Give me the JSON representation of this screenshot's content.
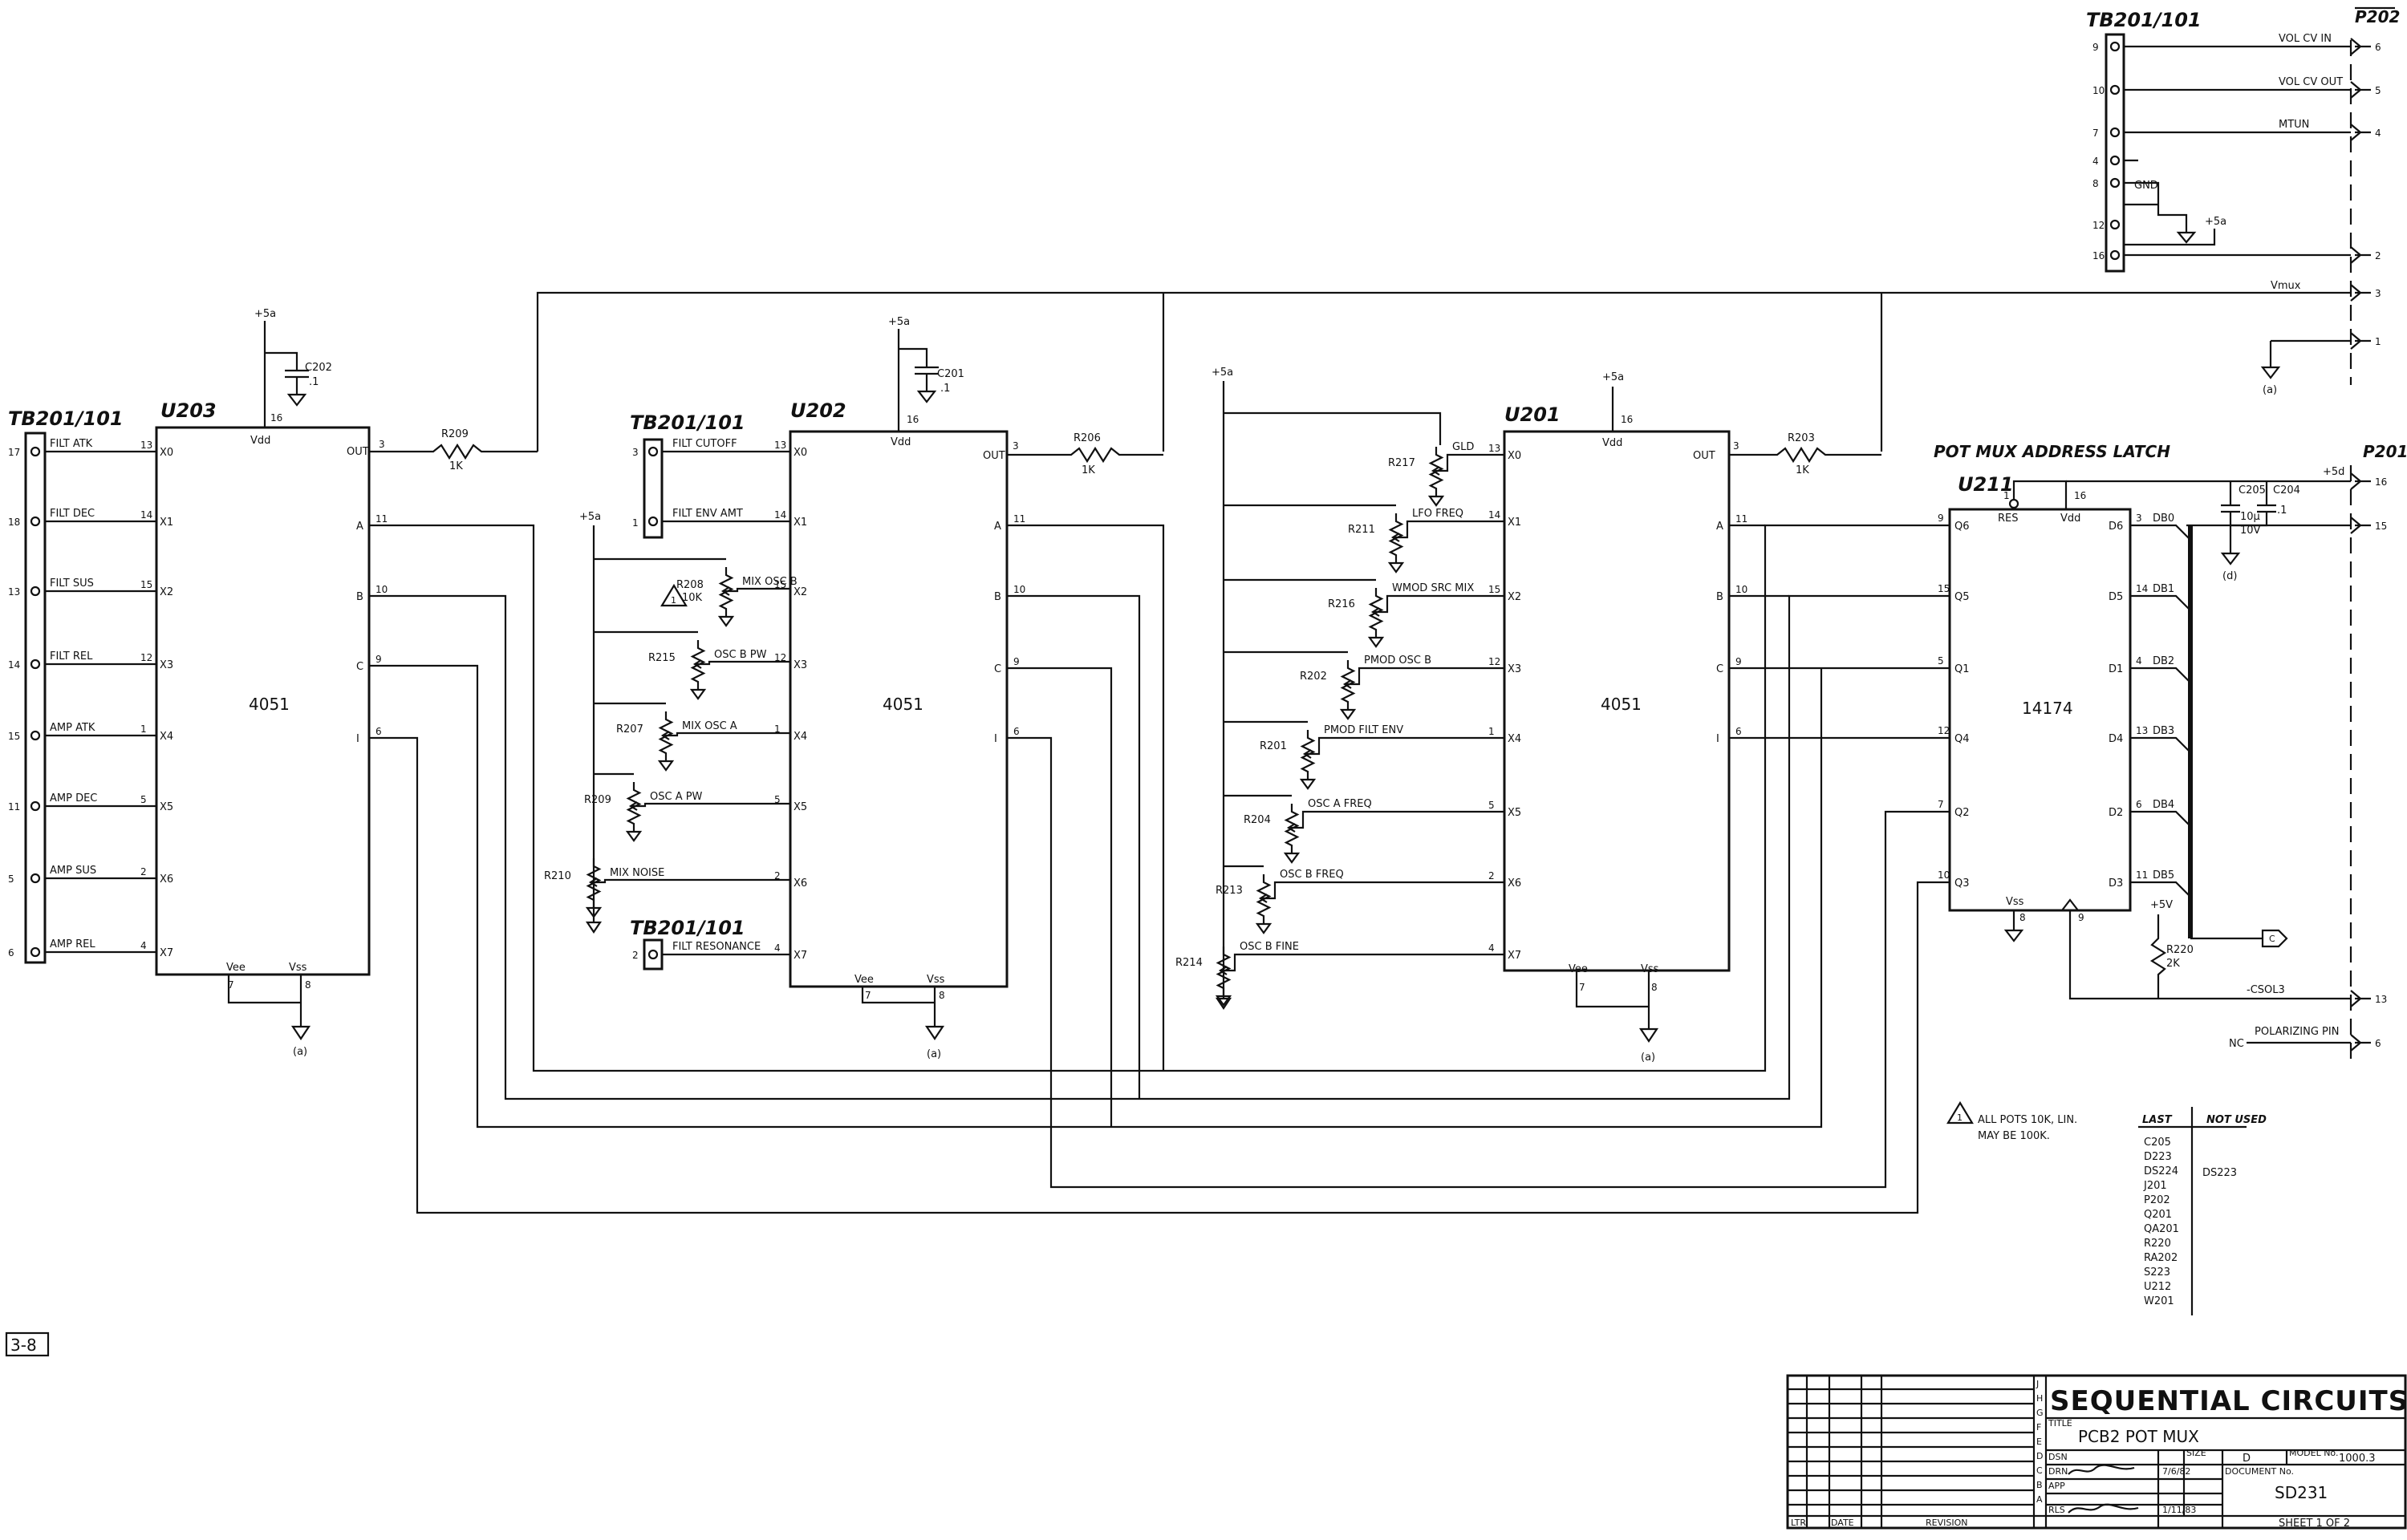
{
  "page_number": "3-8",
  "supply_labels": {
    "plus5a": "+5a",
    "plus5d": "+5d",
    "plus5v": "+5V",
    "ground": "(a)",
    "ground_d": "(d)"
  },
  "u203": {
    "ref": "U203",
    "part": "4051",
    "in_pins": [
      "13",
      "14",
      "15",
      "12",
      "1",
      "5",
      "2",
      "4"
    ],
    "in_names": [
      "X0",
      "X1",
      "X2",
      "X3",
      "X4",
      "X5",
      "X6",
      "X7"
    ],
    "vdd": "Vdd",
    "vdd_pin": "16",
    "vss": "Vss",
    "vss_pin": "8",
    "vee": "Vee",
    "vee_pin": "7",
    "out": "OUT",
    "out_pin": "3",
    "ctrl_names": [
      "A",
      "B",
      "C",
      "I"
    ],
    "ctrl_pins": [
      "11",
      "10",
      "9",
      "6"
    ]
  },
  "u202": {
    "ref": "U202",
    "part": "4051",
    "in_pins": [
      "13",
      "14",
      "15",
      "12",
      "1",
      "5",
      "2",
      "4"
    ],
    "in_names": [
      "X0",
      "X1",
      "X2",
      "X3",
      "X4",
      "X5",
      "X6",
      "X7"
    ],
    "vdd": "Vdd",
    "vdd_pin": "16",
    "vss": "Vss",
    "vss_pin": "8",
    "vee": "Vee",
    "vee_pin": "7",
    "out": "OUT",
    "out_pin": "3",
    "ctrl_names": [
      "A",
      "B",
      "C",
      "I"
    ],
    "ctrl_pins": [
      "11",
      "10",
      "9",
      "6"
    ]
  },
  "u201": {
    "ref": "U201",
    "part": "4051",
    "in_pins": [
      "13",
      "14",
      "15",
      "12",
      "1",
      "5",
      "2",
      "4"
    ],
    "in_names": [
      "X0",
      "X1",
      "X2",
      "X3",
      "X4",
      "X5",
      "X6",
      "X7"
    ],
    "vdd": "Vdd",
    "vdd_pin": "16",
    "vss": "Vss",
    "vss_pin": "8",
    "vee": "Vee",
    "vee_pin": "7",
    "out": "OUT",
    "out_pin": "3",
    "ctrl_names": [
      "A",
      "B",
      "C",
      "I"
    ],
    "ctrl_pins": [
      "11",
      "10",
      "9",
      "6"
    ]
  },
  "u211": {
    "title": "POT MUX ADDRESS LATCH",
    "ref": "U211",
    "part": "14174",
    "res": "RES",
    "vdd": "Vdd",
    "vdd_pin": "16",
    "res_pin": "1",
    "left_pins": [
      "9",
      "15",
      "5",
      "12",
      "7",
      "10"
    ],
    "left_names": [
      "Q6",
      "Q5",
      "Q1",
      "Q4",
      "Q2",
      "Q3"
    ],
    "right_pins": [
      "3",
      "14",
      "4",
      "13",
      "6",
      "11"
    ],
    "right_names": [
      "D6",
      "D5",
      "D1",
      "D4",
      "D2",
      "D3"
    ],
    "db_labels": [
      "DB0",
      "DB1",
      "DB2",
      "DB3",
      "DB4",
      "DB5"
    ],
    "vss": "Vss",
    "vss_pin": "8",
    "clk_pin": "9"
  },
  "tb_left": {
    "label": "TB201/101",
    "pins": [
      "17",
      "18",
      "13",
      "14",
      "15",
      "11",
      "5",
      "6"
    ],
    "signals": [
      "FILT ATK",
      "FILT DEC",
      "FILT SUS",
      "FILT REL",
      "AMP ATK",
      "AMP DEC",
      "AMP SUS",
      "AMP REL"
    ]
  },
  "tb_mid_top": {
    "label": "TB201/101",
    "pins": [
      "3",
      "1"
    ],
    "signals": [
      "FILT CUTOFF",
      "FILT ENV AMT"
    ]
  },
  "tb_mid_bot": {
    "label": "TB201/101",
    "pins": [
      "2"
    ],
    "signals": [
      "FILT RESONANCE"
    ]
  },
  "tb_right": {
    "label": "TB201/101",
    "pins": [
      "9",
      "10",
      "7",
      "4",
      "8",
      "12",
      "16"
    ],
    "gnd_label": "GND",
    "connector": "P202",
    "signals": [
      "VOL CV IN",
      "VOL CV OUT",
      "MTUN"
    ],
    "p202_pins": [
      "6",
      "5",
      "4",
      "2",
      "3",
      "1"
    ],
    "vmux": "Vmux"
  },
  "p201": {
    "label": "P201",
    "pins": [
      "16",
      "15",
      "13",
      "6"
    ],
    "csol3": "-CSOL3",
    "polarizing": "POLARIZING PIN",
    "nc": "NC"
  },
  "caps": {
    "c202": {
      "ref": "C202",
      "val": ".1"
    },
    "c201": {
      "ref": "C201",
      "val": ".1"
    },
    "c205": {
      "ref": "C205",
      "val": "10μ",
      "volt": "10V"
    },
    "c204": {
      "ref": "C204",
      "val": ".1"
    }
  },
  "resistors": {
    "r209": {
      "ref": "R209",
      "val": "1K"
    },
    "r206": {
      "ref": "R206",
      "val": "1K"
    },
    "r203": {
      "ref": "R203",
      "val": "1K"
    },
    "r220": {
      "ref": "R220",
      "val": "2K"
    }
  },
  "pots_u202": [
    {
      "ref": "R208",
      "val": "10K",
      "name": "MIX OSC B"
    },
    {
      "ref": "R215",
      "name": "OSC B PW"
    },
    {
      "ref": "R207",
      "name": "MIX OSC A"
    },
    {
      "ref": "R209",
      "name": "OSC A PW"
    },
    {
      "ref": "R210",
      "name": "MIX NOISE"
    }
  ],
  "pots_u201": [
    {
      "ref": "R217",
      "name": "GLD"
    },
    {
      "ref": "R211",
      "name": "LFO FREQ"
    },
    {
      "ref": "R216",
      "name": "WMOD SRC MIX"
    },
    {
      "ref": "R202",
      "name": "PMOD OSC B"
    },
    {
      "ref": "R201",
      "name": "PMOD FILT ENV"
    },
    {
      "ref": "R204",
      "name": "OSC A FREQ"
    },
    {
      "ref": "R213",
      "name": "OSC B FREQ"
    },
    {
      "ref": "R214",
      "name": "OSC B FINE"
    }
  ],
  "note": {
    "line1": "ALL POTS 10K, LIN.",
    "line2": "MAY BE 100K."
  },
  "parts_table": {
    "last_header": "LAST",
    "notused_header": "NOT USED",
    "last": [
      "C205",
      "D223",
      "DS224",
      "J201",
      "P202",
      "Q201",
      "QA201",
      "R220",
      "RA202",
      "S223",
      "U212",
      "W201"
    ],
    "not_used": [
      "DS223"
    ]
  },
  "title_block": {
    "company": "SEQUENTIAL CIRCUITS INC",
    "title_label": "TITLE",
    "title": "PCB2 POT MUX",
    "dsn": "DSN",
    "drn": "DRN",
    "app": "APP",
    "rls": "RLS",
    "size_label": "SIZE",
    "size": "D",
    "model_label": "MODEL No.",
    "model": "1000.3",
    "document_label": "DOCUMENT No.",
    "document": "SD231",
    "sheet": "SHEET 1 OF 2",
    "drn_date": "7/6/82",
    "rls_date": "1/11/83",
    "ltr": "LTR",
    "date": "DATE",
    "revision": "REVISION",
    "rev_letters": [
      "J",
      "H",
      "G",
      "F",
      "E",
      "D",
      "C",
      "B",
      "A"
    ]
  }
}
